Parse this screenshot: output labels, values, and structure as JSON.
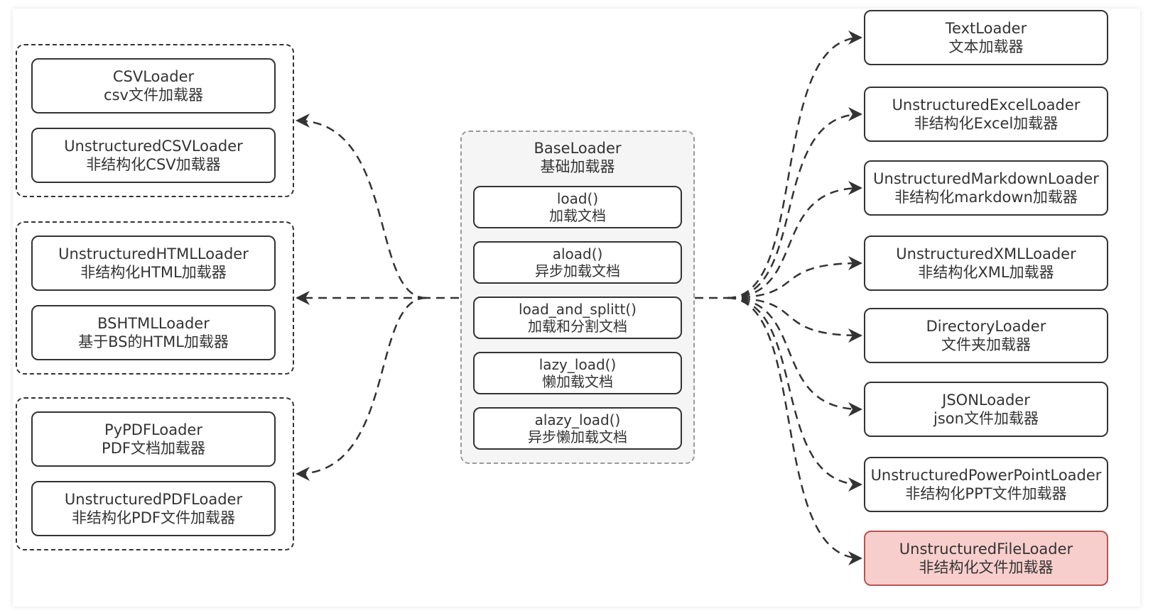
{
  "base": {
    "name": "BaseLoader",
    "desc": "基础加载器",
    "methods": [
      {
        "name": "load()",
        "desc": "加载文档"
      },
      {
        "name": "aload()",
        "desc": "异步加载文档"
      },
      {
        "name": "load_and_splitt()",
        "desc": "加载和分割文档"
      },
      {
        "name": "lazy_load()",
        "desc": "懒加载文档"
      },
      {
        "name": "alazy_load()",
        "desc": "异步懒加载文档"
      }
    ]
  },
  "left_groups": [
    {
      "loaders": [
        {
          "name": "CSVLoader",
          "desc": "csv文件加载器"
        },
        {
          "name": "UnstructuredCSVLoader",
          "desc": "非结构化CSV加载器"
        }
      ]
    },
    {
      "loaders": [
        {
          "name": "UnstructuredHTMLLoader",
          "desc": "非结构化HTML加载器"
        },
        {
          "name": "BSHTMLLoader",
          "desc": "基于BS的HTML加载器"
        }
      ]
    },
    {
      "loaders": [
        {
          "name": "PyPDFLoader",
          "desc": "PDF文档加载器"
        },
        {
          "name": "UnstructuredPDFLoader",
          "desc": "非结构化PDF文件加载器"
        }
      ]
    }
  ],
  "right_loaders": [
    {
      "name": "TextLoader",
      "desc": "文本加载器"
    },
    {
      "name": "UnstructuredExcelLoader",
      "desc": "非结构化Excel加载器"
    },
    {
      "name": "UnstructuredMarkdownLoader",
      "desc": "非结构化markdown加载器"
    },
    {
      "name": "UnstructuredXMLLoader",
      "desc": "非结构化XML加载器"
    },
    {
      "name": "DirectoryLoader",
      "desc": "文件夹加载器"
    },
    {
      "name": "JSONLoader",
      "desc": "json文件加载器"
    },
    {
      "name": "UnstructuredPowerPointLoader",
      "desc": "非结构化PPT文件加载器"
    },
    {
      "name": "UnstructuredFileLoader",
      "desc": "非结构化文件加载器",
      "highlight": true
    }
  ],
  "colors": {
    "stroke": "#333333",
    "highlight_fill": "#f8cecc",
    "highlight_stroke": "#b85450",
    "center_fill": "#f5f5f5",
    "center_border": "#999999"
  }
}
